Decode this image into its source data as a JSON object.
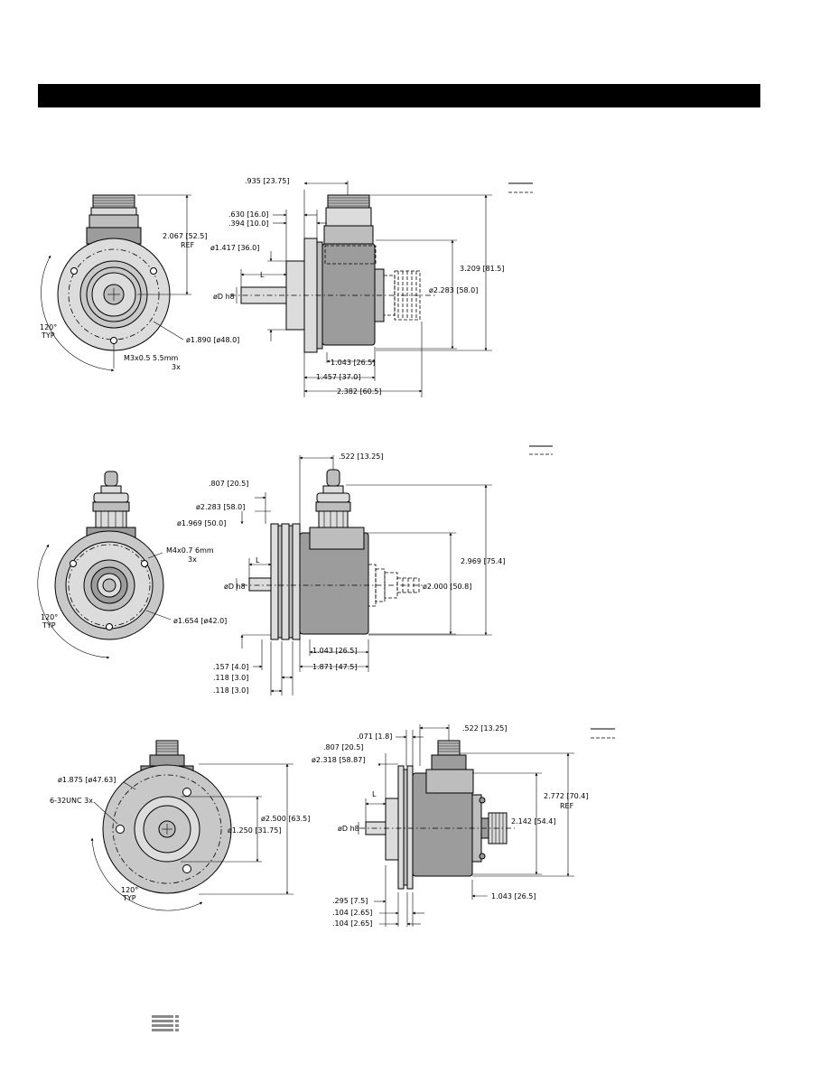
{
  "figure1": {
    "d_935": ".935 [23.75]",
    "d_630": ".630 [16.0]",
    "d_394": ".394 [10.0]",
    "d_1417": "ø1.417 [36.0]",
    "d_L": "L",
    "d_D": "øD  h8",
    "d_2067": "2.067 [52.5]",
    "d_ref": "REF",
    "d_3209": "3.209 [81.5]",
    "d_2283": "ø2.283 [58.0]",
    "d_1890": "ø1.890 [ø48.0]",
    "d_m3": "M3x0.5  5.5mm",
    "d_m3x": "3x",
    "d_120": "120°",
    "d_typ": "TYP",
    "d_1043": "1.043 [26.5]",
    "d_1457": "1.457 [37.0]",
    "d_2382": "2.382 [60.5]"
  },
  "figure2": {
    "d_522": ".522 [13.25]",
    "d_807": ".807 [20.5]",
    "d_2283": "ø2.283 [58.0]",
    "d_1969": "ø1.969 [50.0]",
    "d_m4": "M4x0.7  6mm",
    "d_m4x": "3x",
    "d_L": "L",
    "d_D": "øD  h8",
    "d_2969": "2.969 [75.4]",
    "d_2000": "ø2.000 [50.8]",
    "d_1654": "ø1.654 [ø42.0]",
    "d_120": "120°",
    "d_typ": "TYP",
    "d_1043": "1.043 [26.5]",
    "d_157": ".157 [4.0]",
    "d_1871": "1.871 [47.5]",
    "d_118a": ".118 [3.0]",
    "d_118b": ".118 [3.0]"
  },
  "figure3": {
    "d_071": ".071 [1.8]",
    "d_522": ".522 [13.25]",
    "d_807": ".807 [20.5]",
    "d_2318": "ø2.318 [58.87]",
    "d_1875": "ø1.875 [ø47.63]",
    "d_6_32": "6-32UNC  3x",
    "d_2500": "ø2.500 [63.5]",
    "d_1250": "ø1.250 [31.75]",
    "d_L": "L",
    "d_D": "øD  h8",
    "d_2142": "2.142 [54.4]",
    "d_2772": "2.772 [70.4]",
    "d_ref": "REF",
    "d_120": "120°",
    "d_typ": "TYP",
    "d_295": ".295 [7.5]",
    "d_104a": ".104 [2.65]",
    "d_104b": ".104 [2.65]",
    "d_1043": "1.043 [26.5]"
  }
}
